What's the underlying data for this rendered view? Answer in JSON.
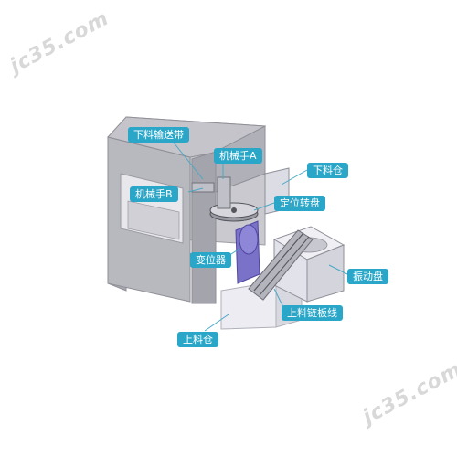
{
  "labels": {
    "blanking_conveyor": "下料输送带",
    "robot_a": "机械手A",
    "robot_b": "机械手B",
    "blanking_bin": "下料仓",
    "positioning_turntable": "定位转盘",
    "indexer": "变位器",
    "vibration_plate": "振动盘",
    "feeding_chain_line": "上料链板线",
    "feeding_bin": "上料仓"
  },
  "watermark": "jc35.com",
  "colors": {
    "callout_bg": "#2aa6c8",
    "frame": "#b3b3ba",
    "frame_dark": "#8f8f97",
    "purple": "#7a72c8",
    "line": "#4aa8c6"
  }
}
